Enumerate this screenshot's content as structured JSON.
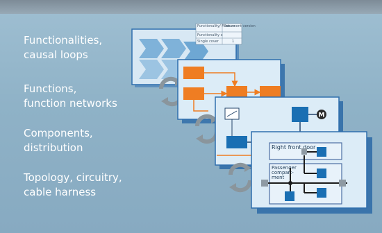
{
  "levels": [
    {
      "label": "Functionalities,\ncausal loops"
    },
    {
      "label": "Functions,\nfunction networks"
    },
    {
      "label": "Components,\ndistribution"
    },
    {
      "label": "Topology, circuitry,\ncable harness"
    }
  ],
  "panel1": {
    "table": {
      "headers": [
        "Functionality/ Feature",
        "Document version"
      ],
      "rows": [
        [
          "Functionality x",
          ""
        ],
        [
          "Single cover",
          "1"
        ]
      ]
    }
  },
  "panel4": {
    "zone1_label": "Right front door",
    "zone2_label": "Passenger compart-\nment"
  },
  "icons": {
    "motor": "M"
  },
  "colors": {
    "background": "#8fb1c6",
    "label_text": "#ffffff",
    "panel_fill": "#dfeef8",
    "panel_border": "#2f6fae",
    "function_block": "#ef7d22",
    "component_block": "#1a6fb3",
    "arrow_gray": "#8a959c"
  }
}
